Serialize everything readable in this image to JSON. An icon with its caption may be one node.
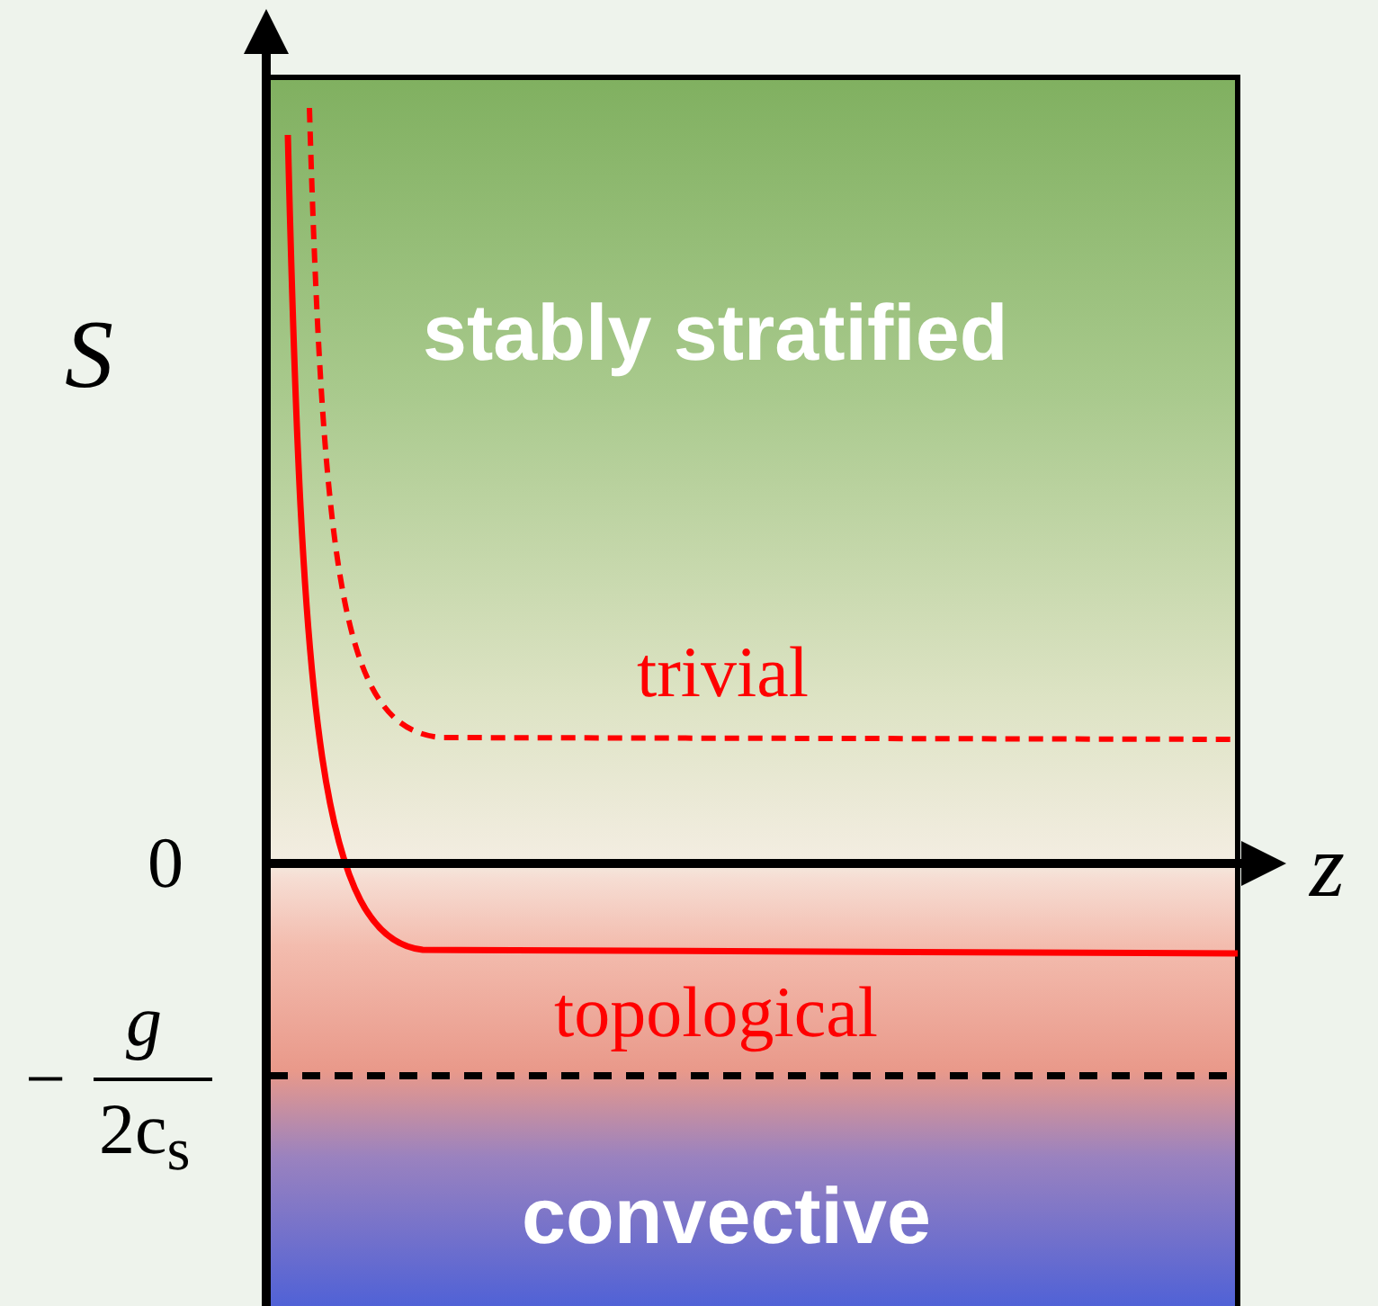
{
  "diagram": {
    "labels": [
      "S",
      "stably stratified",
      "trivial",
      "0",
      "z",
      "topological",
      "−",
      "g",
      "2c$_{s}$",
      "convective"
    ]
  }
}
